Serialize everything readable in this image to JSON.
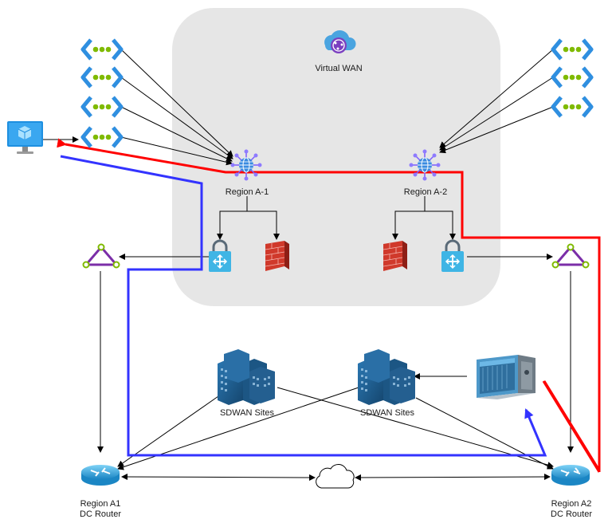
{
  "diagram": {
    "virtual_wan_label": "Virtual WAN",
    "hub_left_label": "Region A-1",
    "hub_right_label": "Region A-2",
    "sdwan_left_label": "SDWAN Sites",
    "sdwan_right_label": "SDWAN Sites",
    "router_left_label_line1": "Region A1",
    "router_left_label_line2": "DC Router",
    "router_right_label_line1": "Region A2",
    "router_right_label_line2": "DC Router"
  },
  "colors": {
    "hub_background": "#e6e6e6",
    "red_path": "#ff0000",
    "blue_path": "#3333ff",
    "vnet_chevron": "#2f8fe0",
    "vnet_dots": "#7fba00",
    "gateway": "#3fb5e5",
    "firewall": "#c0392b",
    "building": "#1f5c8c",
    "router": "#2a9fd6",
    "hub_icon": "#7b5cff",
    "triangle": "#7b2ea8"
  },
  "icons": [
    "vnet-icon",
    "vm-icon",
    "virtual-hub-icon",
    "vpn-gateway-icon",
    "firewall-icon",
    "expressroute-circuit-icon",
    "building-icon",
    "router-icon",
    "cloud-icon",
    "virtual-wan-icon",
    "datacenter-server-icon"
  ]
}
